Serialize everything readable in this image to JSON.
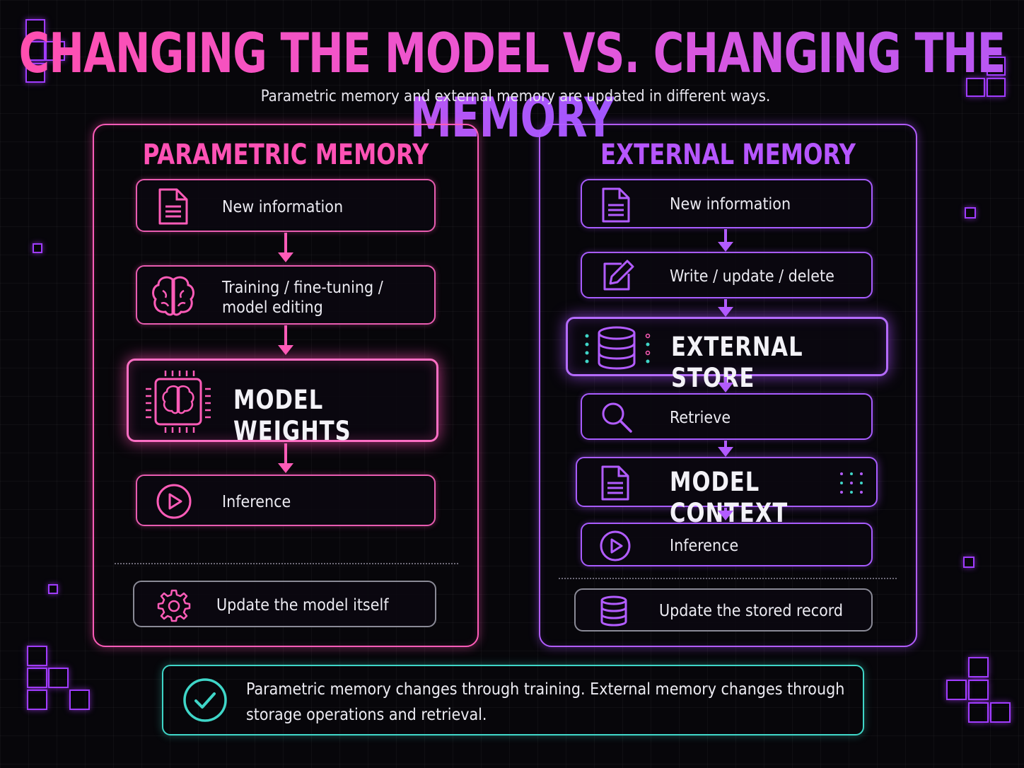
{
  "header": {
    "title": "CHANGING THE MODEL VS. CHANGING THE MEMORY",
    "subtitle": "Parametric memory and external memory are updated in different ways."
  },
  "parametric": {
    "title": "PARAMETRIC MEMORY",
    "steps": [
      {
        "label": "New information",
        "icon": "document-icon"
      },
      {
        "label": "Training / fine-tuning / model editing",
        "icon": "brain-icon"
      },
      {
        "label": "MODEL WEIGHTS",
        "icon": "brain-chip-icon"
      },
      {
        "label": "Inference",
        "icon": "play-icon"
      }
    ],
    "footer": {
      "label": "Update the model itself",
      "icon": "gear-icon"
    }
  },
  "external": {
    "title": "EXTERNAL MEMORY",
    "steps": [
      {
        "label": "New information",
        "icon": "document-icon"
      },
      {
        "label": "Write / update / delete",
        "icon": "edit-icon"
      },
      {
        "label": "EXTERNAL STORE",
        "icon": "database-icon"
      },
      {
        "label": "Retrieve",
        "icon": "search-icon"
      },
      {
        "label": "MODEL CONTEXT",
        "icon": "document-icon"
      },
      {
        "label": "Inference",
        "icon": "play-icon"
      }
    ],
    "footer": {
      "label": "Update the stored record",
      "icon": "database-icon"
    }
  },
  "summary": {
    "text": "Parametric memory changes through training. External memory changes through storage operations and retrieval.",
    "icon": "check-circle-icon"
  },
  "colors": {
    "pink": "#ff5cb8",
    "purple": "#b25cff",
    "teal": "#3fd6c8",
    "background": "#07060a"
  }
}
